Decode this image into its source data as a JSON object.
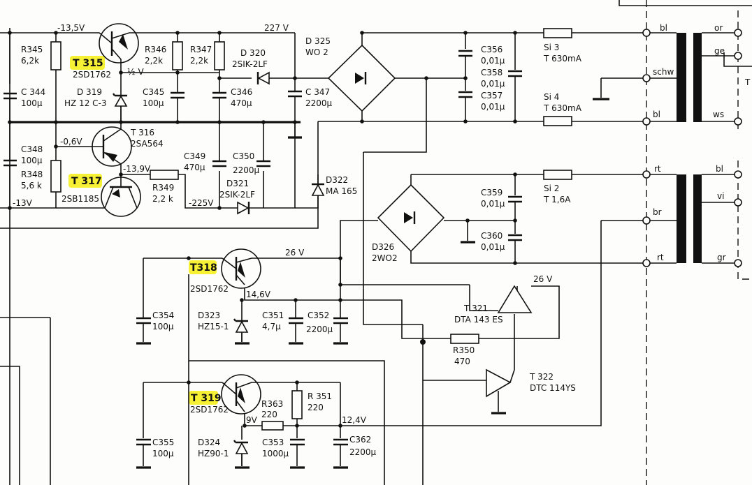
{
  "labels": {
    "v_top_left": "-13,5V",
    "v_227": "227 V",
    "r345": "R345",
    "r345_val": "6,2k",
    "t315": "T 315",
    "t315_type": "2SD1762",
    "v_t315_e": "½ V",
    "r346": "R346",
    "r346_val": "2,2k",
    "r347": "R347",
    "r347_val": "2,2k",
    "d320": "D 320",
    "d320_type": "2SIK-2LF",
    "d325": "D 325",
    "d325_type": "WO 2",
    "c356": "C356",
    "c356_val": "0,01µ",
    "c358": "C358",
    "c358_val": "0,01µ",
    "c357": "C357",
    "c357_val": "0,01µ",
    "si3": "Si 3",
    "si3_val": "T 630mA",
    "si4": "Si 4",
    "si4_val": "T 630mA",
    "tr1_bl": "bl",
    "tr1_schw": "schw",
    "tr1_bl2": "bl",
    "tr1_or": "or",
    "tr1_ge": "ge",
    "tr1_ws": "ws",
    "tr1_t": "T",
    "c344": "C 344",
    "c344_val": "100µ",
    "d319": "D 319",
    "d319_type": "HZ 12 C-3",
    "c345": "C345",
    "c345_val": "100µ",
    "c346": "C346",
    "c346_val": "470µ",
    "c347": "C 347",
    "c347_val": "2200µ",
    "t316": "T 316",
    "t316_type": "2SA564",
    "v_06": "-0,6V",
    "c348": "C348",
    "c348_val": "100µ",
    "r348": "R348",
    "r348_val": "5,6 k",
    "t317": "T 317",
    "t317_type": "2SB1185",
    "v_139": "-13,9V",
    "r349": "R349",
    "r349_val": "2,2 k",
    "c349": "C349",
    "c349_val": "470µ",
    "c350": "C350",
    "c350_val": "2200µ",
    "d321": "D321",
    "d321_type": "2SIK-2LF",
    "v_13": "-13V",
    "v_225": "-225V",
    "d322": "D322",
    "d322_type": "MA 165",
    "c359": "C359",
    "c359_val": "0,01µ",
    "si2": "Si 2",
    "si2_val": "T 1,6A",
    "c360": "C360",
    "c360_val": "0,01µ",
    "d326": "D326",
    "d326_type": "2WO2",
    "tr2_rt": "rt",
    "tr2_br": "br",
    "tr2_rt2": "rt",
    "tr2_bl": "bl",
    "tr2_vi": "vi",
    "tr2_gr": "gr",
    "t318": "T318",
    "t318_type": "2SD1762",
    "v_26a": "26 V",
    "v_146": "14,6V",
    "c354": "C354",
    "c354_val": "100µ",
    "d323": "D323",
    "d323_type": "HZ15-1",
    "c351": "C351",
    "c351_val": "4,7µ",
    "c352": "C352",
    "c352_val": "2200µ",
    "t321": "T 321",
    "t321_type": "DTA 143 ES",
    "v_26b": "26 V",
    "r350": "R350",
    "r350_val": "470",
    "t322": "T 322",
    "t322_type": "DTC 114YS",
    "t319": "T 319",
    "t319_type": "2SD1762",
    "r363": "R363",
    "r363_val": "220",
    "r351": "R 351",
    "r351_val": "220",
    "v_9": "9V",
    "v_124": "12,4V",
    "c355": "C355",
    "c355_val": "100µ",
    "d324": "D324",
    "d324_type": "HZ90-1",
    "c353": "C353",
    "c353_val": "1000µ",
    "c362": "C362",
    "c362_val": "2200µ"
  },
  "colors": {
    "ink": "#111111",
    "highlight": "#f6f02a",
    "paper": "#fdfdfb"
  }
}
